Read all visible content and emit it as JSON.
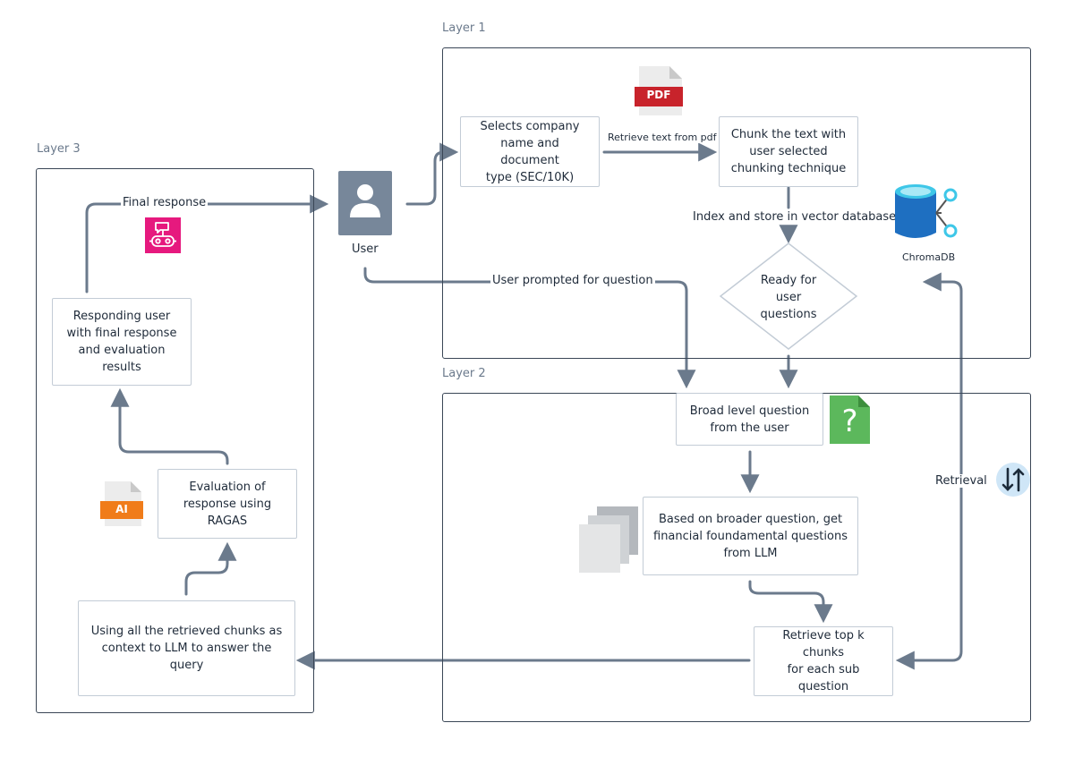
{
  "layers": {
    "layer1": "Layer 1",
    "layer2": "Layer 2",
    "layer3": "Layer 3"
  },
  "nodes": {
    "select_company": "Selects company\nname and document\ntype (SEC/10K)",
    "chunk_text": "Chunk the text with\nuser selected\nchunking technique",
    "ready_questions": "Ready for\nuser\nquestions",
    "broad_question": "Broad level question\nfrom the user",
    "financial_questions": "Based on broader question, get\nfinancial foundamental questions\nfrom LLM",
    "retrieve_chunks": "Retrieve top k chunks\nfor each sub question",
    "context_llm": "Using all the retrieved chunks as\ncontext to LLM to answer the query",
    "evaluation": "Evaluation of\nresponse  using\nRAGAS",
    "responding_user": "Responding user\nwith final response\nand evaluation\nresults"
  },
  "edge_labels": {
    "retrieve_pdf": "Retrieve text from pdf",
    "index_store": "Index and store in vector database",
    "user_prompted": "User prompted for question",
    "final_response": "Final response",
    "retrieval": "Retrieval"
  },
  "icons": {
    "user_caption": "User",
    "chromadb_caption": "ChromaDB",
    "pdf_badge": "PDF",
    "ai_badge": "AI",
    "question_mark": "?"
  },
  "colors": {
    "edge": "#6b7a8c",
    "layer_border": "#3a4656",
    "node_border": "#c3ccd6",
    "pdf_red": "#c8232b",
    "ai_orange": "#f07c1a",
    "question_green": "#5cb85c",
    "robot_pink": "#e6197e",
    "chroma_blue": "#1e6fc1",
    "chroma_cyan": "#3ec7e8",
    "user_gray": "#77879a"
  }
}
